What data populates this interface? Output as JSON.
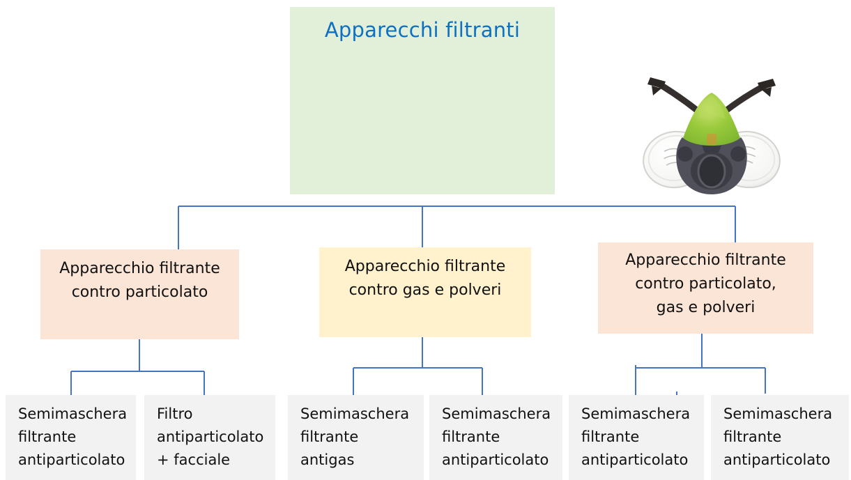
{
  "root": {
    "label": "Apparecchi filtranti",
    "image_name": "half-mask-respirator"
  },
  "level2": [
    {
      "id": "contro-particolato",
      "lines": [
        "Apparecchio filtrante",
        "contro particolato"
      ]
    },
    {
      "id": "contro-gas-e-polveri",
      "lines": [
        "Apparecchio filtrante",
        "contro gas e polveri"
      ]
    },
    {
      "id": "contro-particolato-gas-polveri",
      "lines": [
        "Apparecchio filtrante",
        "contro particolato,",
        "gas e polveri"
      ]
    }
  ],
  "level3": [
    {
      "lines": [
        "Semimaschera",
        "filtrante",
        "antiparticolato"
      ]
    },
    {
      "lines": [
        "Filtro",
        "antiparticolato",
        "+ facciale"
      ]
    },
    {
      "lines": [
        "Semimaschera",
        "filtrante",
        "antigas"
      ]
    },
    {
      "lines": [
        "Semimaschera",
        "filtrante",
        "antiparticolato"
      ]
    },
    {
      "lines": [
        "Semimaschera",
        "filtrante",
        "antiparticolato"
      ]
    },
    {
      "lines": [
        "Semimaschera",
        "filtrante",
        "antiparticolato"
      ]
    }
  ],
  "colors": {
    "root_bg": "#E2EFD9",
    "title_text": "#0E70C0",
    "peach_bg": "#FBE5D6",
    "yellow_bg": "#FFF2CC",
    "gray_bg": "#F2F2F2",
    "connector": "#4472C4",
    "text": "#111111"
  }
}
